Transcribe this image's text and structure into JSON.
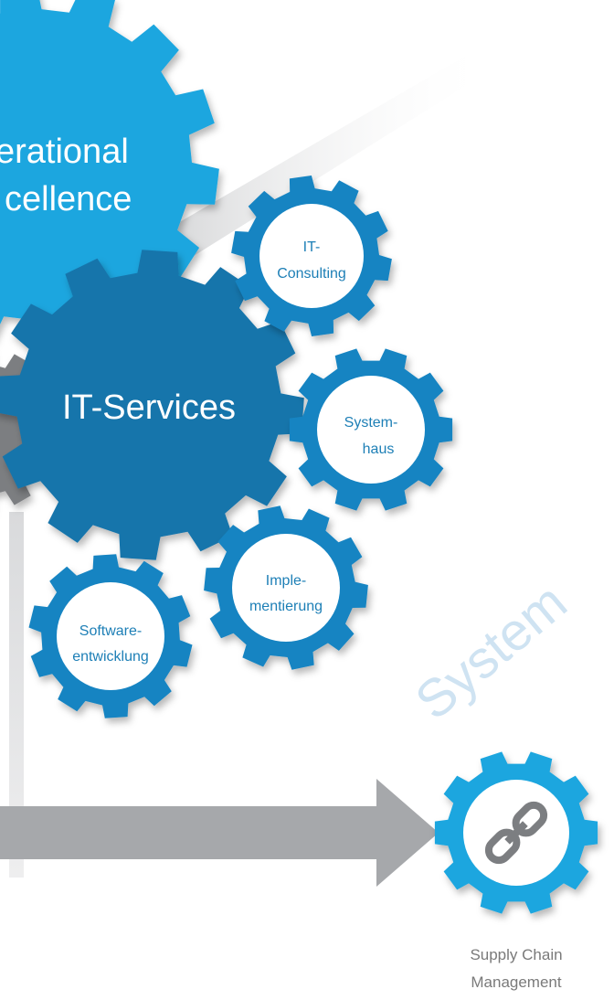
{
  "gears": {
    "operational_excellence": {
      "line1": "erational",
      "line2": "cellence"
    },
    "it_services": {
      "label": "IT-Services"
    },
    "it_consulting": {
      "line1": "IT-",
      "line2": "Consulting"
    },
    "systemhaus": {
      "line1": "System-",
      "line2": "haus"
    },
    "implementierung": {
      "line1": "Imple-",
      "line2": "mentierung"
    },
    "softwareentwicklung": {
      "line1": "Software-",
      "line2": "entwicklung"
    },
    "supply_chain": {
      "icon": "chain-link-icon",
      "line1": "Supply Chain",
      "line2": "Management"
    }
  },
  "watermark": "System",
  "colors": {
    "blue_light": "#1ea6df",
    "blue_mid": "#1584c2",
    "blue_dark": "#1874ab",
    "white": "#ffffff",
    "gray_arrow": "#a6a8ab",
    "gray_gear": "#7c7e81",
    "gray_shadow": "#e4e5e6",
    "text_blue": "#1f7fb6",
    "text_gray": "#7a7a7a"
  }
}
